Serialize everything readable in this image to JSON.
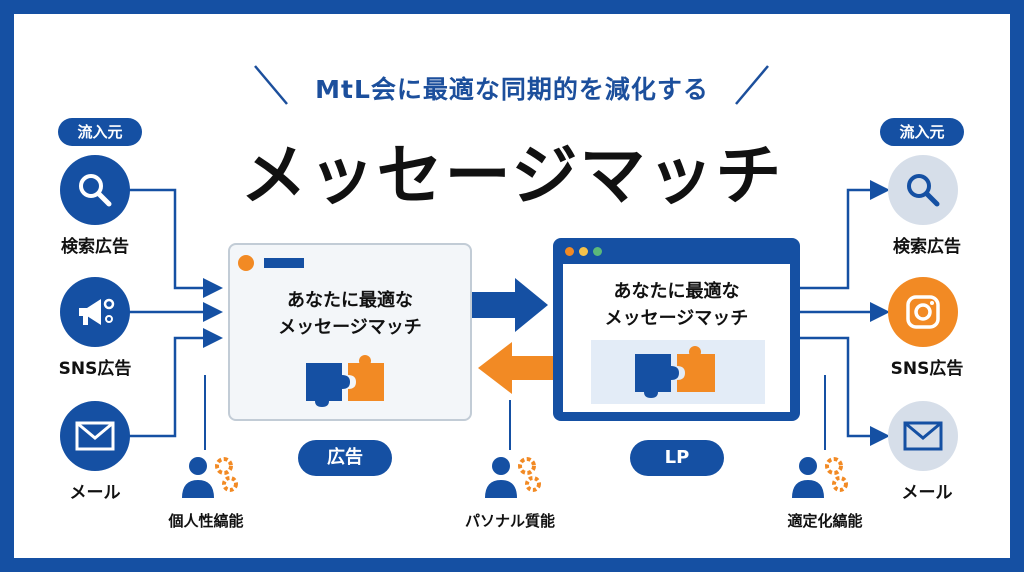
{
  "header": {
    "tagline": "MtL会に最適な同期的を減化する",
    "title": "メッセージマッチ"
  },
  "left": {
    "badge": "流入元",
    "channels": [
      {
        "label": "検索広告",
        "icon": "search-icon"
      },
      {
        "label": "SNS広告",
        "icon": "megaphone-icon"
      },
      {
        "label": "メール",
        "icon": "mail-icon"
      }
    ]
  },
  "right": {
    "badge": "流入元",
    "channels": [
      {
        "label": "検索広告",
        "icon": "search-icon"
      },
      {
        "label": "SNS広告",
        "icon": "instagram-icon"
      },
      {
        "label": "メール",
        "icon": "mail-icon"
      }
    ]
  },
  "ad_box": {
    "text_line1": "あなたに最適な",
    "text_line2": "メッセージマッチ",
    "caption": "広告"
  },
  "lp_box": {
    "text_line1": "あなたに最適な",
    "text_line2": "メッセージマッチ",
    "caption": "LP"
  },
  "functions": {
    "left": "個人性縞能",
    "center": "パソナル質能",
    "right": "適定化縞能"
  },
  "colors": {
    "primary_blue": "#1550a3",
    "accent_orange": "#f28a24",
    "light_gray": "#d6dee9"
  }
}
